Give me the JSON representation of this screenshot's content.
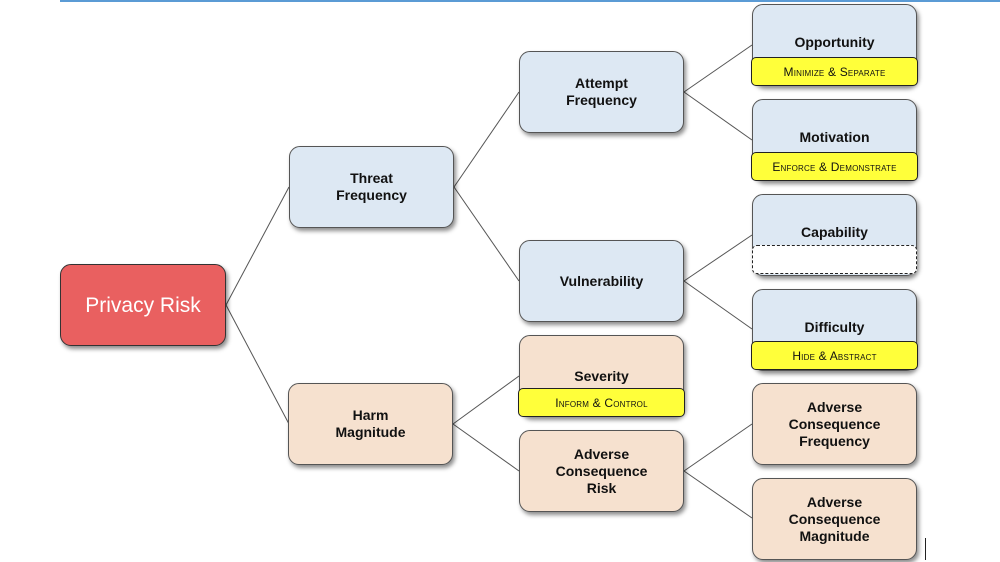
{
  "diagram": {
    "root": {
      "label": "Privacy Risk"
    },
    "threat_frequency": {
      "label": "Threat\nFrequency"
    },
    "harm_magnitude": {
      "label": "Harm\nMagnitude"
    },
    "attempt_frequency": {
      "label": "Attempt\nFrequency"
    },
    "vulnerability": {
      "label": "Vulnerability"
    },
    "severity": {
      "label": "Severity",
      "tag": "Inform & Control"
    },
    "adverse_consequence_risk": {
      "label": "Adverse\nConsequence\nRisk"
    },
    "opportunity": {
      "label": "Opportunity",
      "tag": "Minimize & Separate"
    },
    "motivation": {
      "label": "Motivation",
      "tag": "Enforce & Demonstrate"
    },
    "capability": {
      "label": "Capability",
      "tag": ""
    },
    "difficulty": {
      "label": "Difficulty",
      "tag": "Hide & Abstract"
    },
    "adverse_consequence_frequency": {
      "label": "Adverse\nConsequence\nFrequency"
    },
    "adverse_consequence_magnitude": {
      "label": "Adverse\nConsequence\nMagnitude"
    }
  },
  "colors": {
    "root_fill": "#e96060",
    "threat_branch_fill": "#dde8f3",
    "harm_branch_fill": "#f6e1cf",
    "strategy_tag_fill": "#ffff3a"
  }
}
